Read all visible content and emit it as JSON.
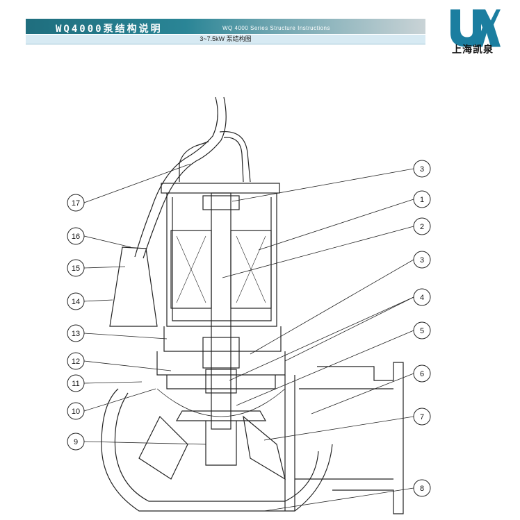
{
  "header": {
    "title": "WQ4000泵结构说明",
    "subtitle": "WQ 4000 Series Structure Instructions",
    "caption": "3~7.5kW 泵结构图"
  },
  "logo": {
    "text": "上海凯泉",
    "mark": "uk-logo-mark",
    "color": "#1b7ea0"
  },
  "callouts": [
    "3",
    "1",
    "2",
    "3",
    "4",
    "5",
    "6",
    "7",
    "8",
    "17",
    "16",
    "15",
    "14",
    "13",
    "12",
    "11",
    "10",
    "9"
  ]
}
